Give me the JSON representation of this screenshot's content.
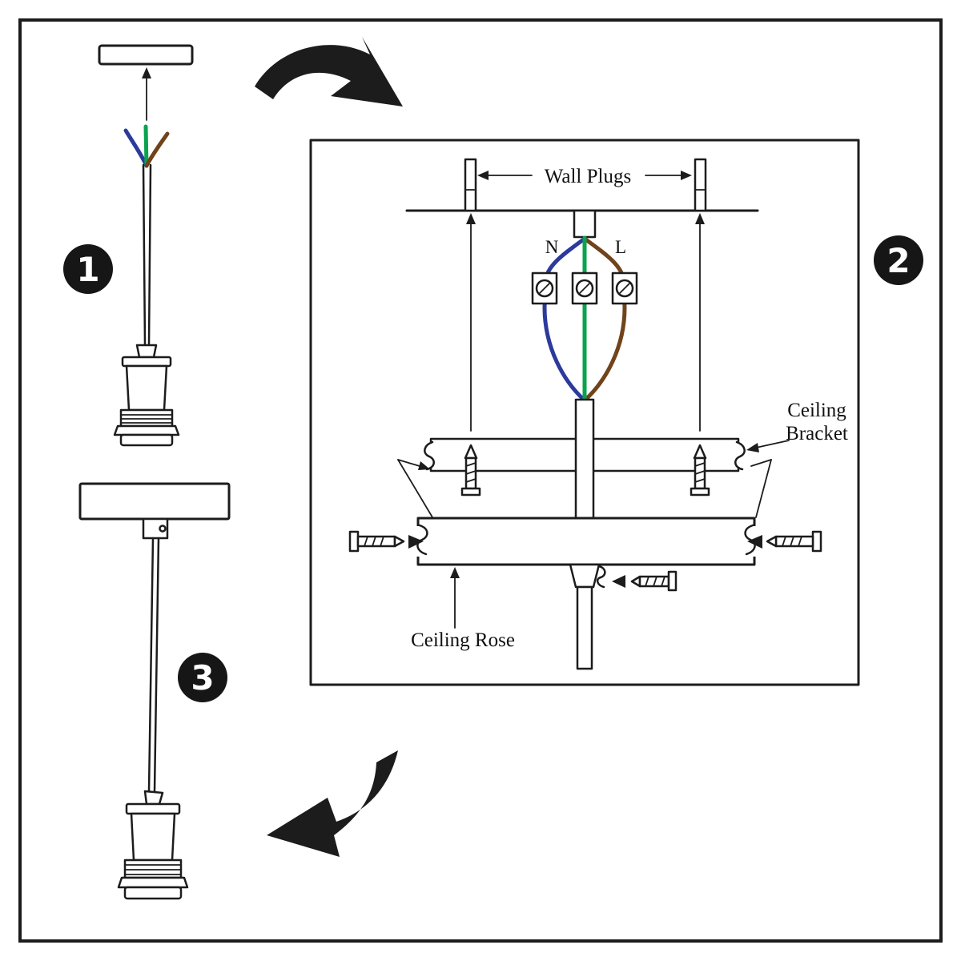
{
  "steps": [
    {
      "label": "1"
    },
    {
      "label": "2"
    },
    {
      "label": "3"
    }
  ],
  "panel": {
    "wall_plugs_label": "Wall Plugs",
    "neutral_label": "N",
    "live_label": "L",
    "ceiling_bracket_line1": "Ceiling",
    "ceiling_bracket_line2": "Bracket",
    "ceiling_rose_label": "Ceiling Rose"
  },
  "colors": {
    "outline": "#1c1c1c",
    "badge": "#161616",
    "wire_neutral": "#2b3a9c",
    "wire_earth": "#0aa34e",
    "wire_live": "#70431a"
  }
}
